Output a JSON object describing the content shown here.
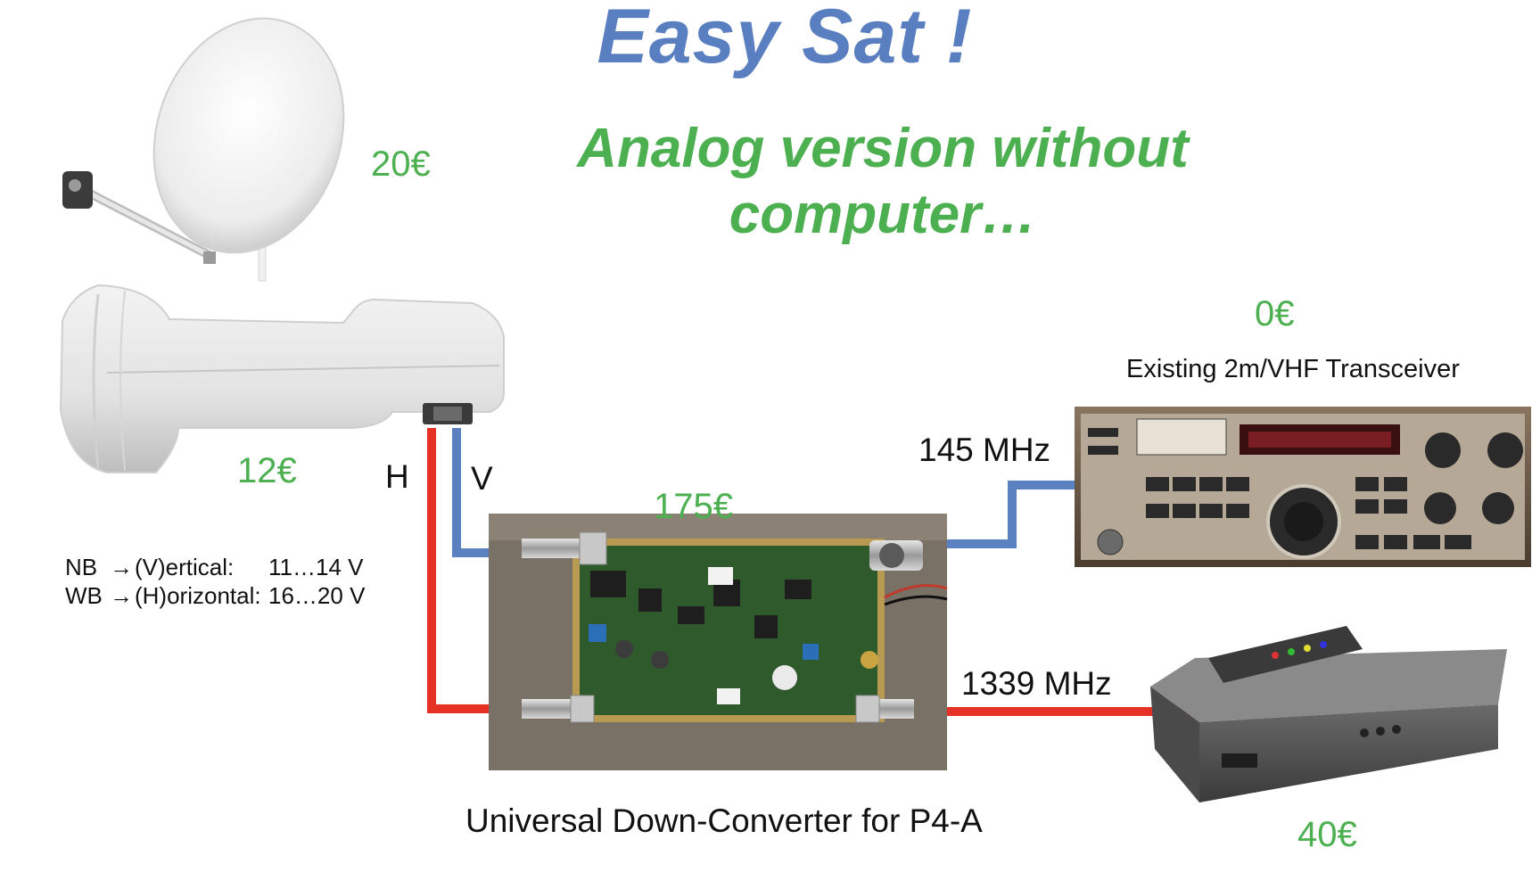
{
  "title": "Easy Sat !",
  "subtitle": "Analog version without computer…",
  "prices": {
    "dish": "20€",
    "lnb": "12€",
    "converter": "175€",
    "transceiver": "0€",
    "receiver": "40€"
  },
  "labels": {
    "transceiver": "Existing 2m/VHF Transceiver",
    "converter": "Universal Down-Converter for P4-A",
    "freq_vhf": "145 MHz",
    "freq_l": "1339 MHz",
    "h": "H",
    "v": "V"
  },
  "notes": [
    {
      "band": "NB",
      "pol": "(V)ertical:",
      "volt": "11…14 V"
    },
    {
      "band": "WB",
      "pol": "(H)orizontal:",
      "volt": "16…20 V"
    }
  ],
  "colors": {
    "title": "#5a7fc1",
    "accent_green": "#4caf50",
    "cable_red": "#e53225",
    "cable_blue": "#5b82c0",
    "pcb_green": "#2f5a2c"
  }
}
